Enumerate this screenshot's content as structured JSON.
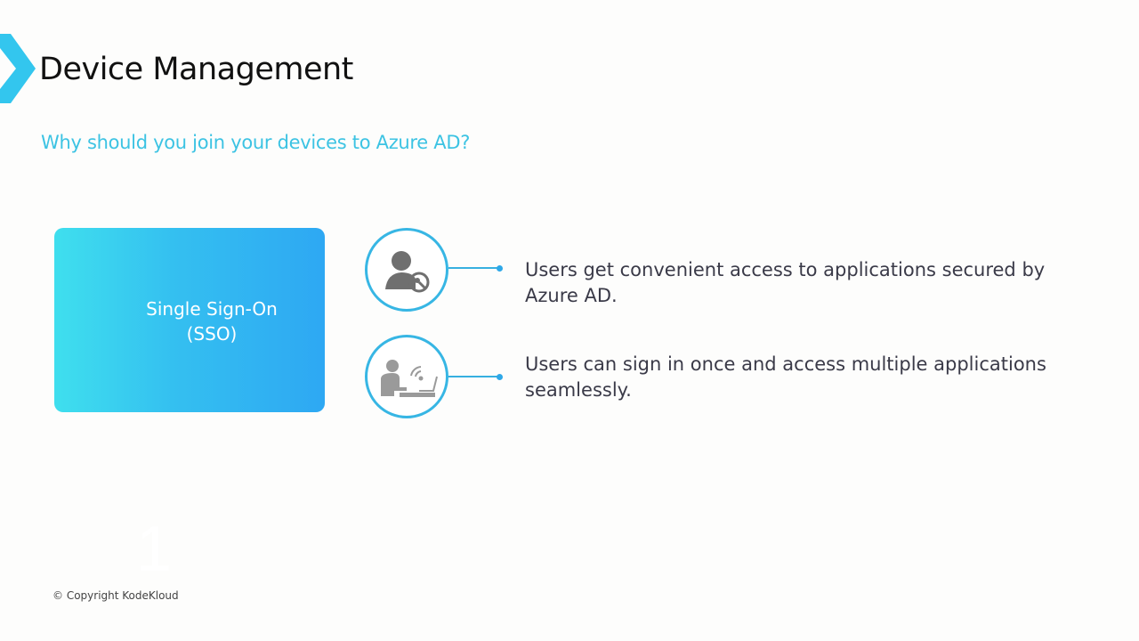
{
  "header": {
    "title": "Device Management",
    "subtitle": "Why should you join your devices to Azure AD?"
  },
  "card": {
    "number": "1",
    "label_line1": "Single Sign-On",
    "label_line2": "(SSO)"
  },
  "points": [
    {
      "icon": "user-key-icon",
      "text": "Users get convenient access to applications secured by Azure AD."
    },
    {
      "icon": "user-laptop-wireless-icon",
      "text": "Users can sign in once and access multiple applications seamlessly."
    }
  ],
  "footer": {
    "copyright": "© Copyright KodeKloud"
  },
  "colors": {
    "accent": "#3cc3e3",
    "card_start": "#3fdfee",
    "card_end": "#2ea8f3"
  }
}
